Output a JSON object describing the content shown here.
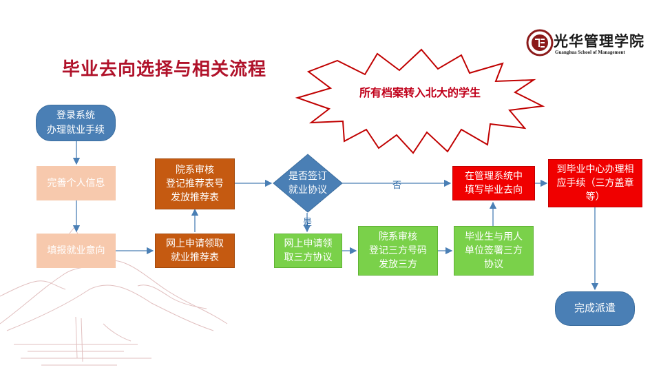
{
  "title": "毕业去向选择与相关流程",
  "logo": {
    "cn": "光华管理学院",
    "en": "Guanghua School of Management"
  },
  "callout": "所有档案转入北大的学生",
  "nodes": {
    "login": "登录系统\n办理就业手续",
    "complete_info": "完善个人信息",
    "fill_intent": "填报就业意向",
    "apply_recommend": "网上申请领取\n就业推荐表",
    "dept_review_recommend": "院系审核\n登记推荐表号\n发放推荐表",
    "decision": "是否签订\n就业协议",
    "apply_tripartite": "网上申请领\n取三方协议",
    "dept_review_tripartite": "院系审核\n登记三方号码\n发放三方",
    "sign_tripartite": "毕业生与用人\n单位签署三方\n协议",
    "fill_system": "在管理系统中\n填写毕业去向",
    "center_procedures": "到毕业中心办理相\n应手续（三方盖章\n等）",
    "complete_dispatch": "完成派遣"
  },
  "edge_labels": {
    "no": "否",
    "yes": "是"
  },
  "colors": {
    "title": "#b0122a",
    "blue": "#4a7fb5",
    "orange": "#c55a11",
    "green": "#7ad14a",
    "red": "#f00000",
    "peach": "#f7c9ad"
  }
}
